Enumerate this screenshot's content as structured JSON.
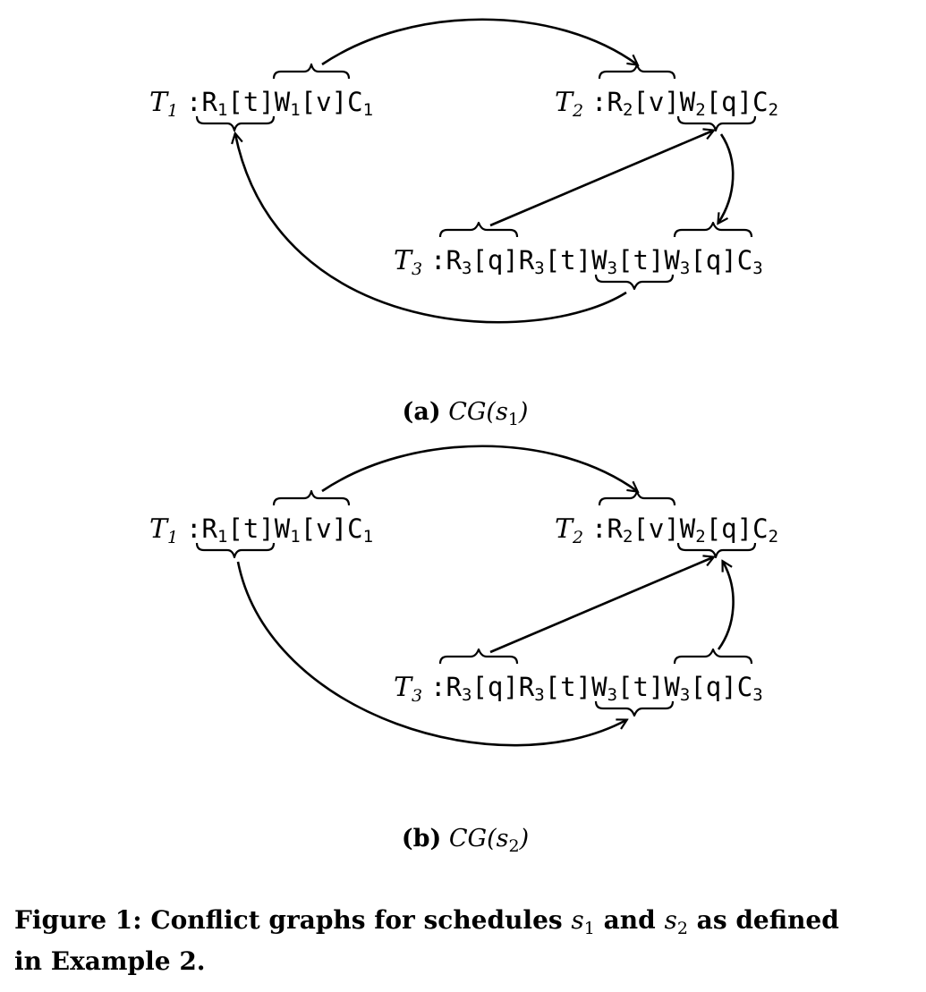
{
  "panels": [
    {
      "id": "a",
      "caption_label": "(a)",
      "caption_math_main": "CG(",
      "caption_math_var": "s",
      "caption_math_sub": "1",
      "caption_math_close": ")",
      "transactions": [
        {
          "name": "T",
          "sub": "1",
          "ops": [
            {
              "op": "R",
              "sub": "1",
              "obj": "[t]"
            },
            {
              "op": "W",
              "sub": "1",
              "obj": "[v]"
            },
            {
              "op": "C",
              "sub": "1",
              "obj": ""
            }
          ]
        },
        {
          "name": "T",
          "sub": "2",
          "ops": [
            {
              "op": "R",
              "sub": "2",
              "obj": "[v]"
            },
            {
              "op": "W",
              "sub": "2",
              "obj": "[q]"
            },
            {
              "op": "C",
              "sub": "2",
              "obj": ""
            }
          ]
        },
        {
          "name": "T",
          "sub": "3",
          "ops": [
            {
              "op": "R",
              "sub": "3",
              "obj": "[q]"
            },
            {
              "op": "R",
              "sub": "3",
              "obj": "[t]"
            },
            {
              "op": "W",
              "sub": "3",
              "obj": "[t]"
            },
            {
              "op": "W",
              "sub": "3",
              "obj": "[q]"
            },
            {
              "op": "C",
              "sub": "3",
              "obj": ""
            }
          ]
        }
      ],
      "edges": [
        {
          "from": "W1[v]",
          "to": "R2[v]"
        },
        {
          "from": "R3[q]",
          "to": "W2[q]"
        },
        {
          "from": "W2[q]",
          "to": "W3[q]"
        },
        {
          "from": "W3[t]",
          "to": "R1[t]"
        }
      ]
    },
    {
      "id": "b",
      "caption_label": "(b)",
      "caption_math_main": "CG(",
      "caption_math_var": "s",
      "caption_math_sub": "2",
      "caption_math_close": ")",
      "transactions": [
        {
          "name": "T",
          "sub": "1",
          "ops": [
            {
              "op": "R",
              "sub": "1",
              "obj": "[t]"
            },
            {
              "op": "W",
              "sub": "1",
              "obj": "[v]"
            },
            {
              "op": "C",
              "sub": "1",
              "obj": ""
            }
          ]
        },
        {
          "name": "T",
          "sub": "2",
          "ops": [
            {
              "op": "R",
              "sub": "2",
              "obj": "[v]"
            },
            {
              "op": "W",
              "sub": "2",
              "obj": "[q]"
            },
            {
              "op": "C",
              "sub": "2",
              "obj": ""
            }
          ]
        },
        {
          "name": "T",
          "sub": "3",
          "ops": [
            {
              "op": "R",
              "sub": "3",
              "obj": "[q]"
            },
            {
              "op": "R",
              "sub": "3",
              "obj": "[t]"
            },
            {
              "op": "W",
              "sub": "3",
              "obj": "[t]"
            },
            {
              "op": "W",
              "sub": "3",
              "obj": "[q]"
            },
            {
              "op": "C",
              "sub": "3",
              "obj": ""
            }
          ]
        }
      ],
      "edges": [
        {
          "from": "W1[v]",
          "to": "R2[v]"
        },
        {
          "from": "R3[q]",
          "to": "W2[q]"
        },
        {
          "from": "W3[q]",
          "to": "W2[q]"
        },
        {
          "from": "R1[t]",
          "to": "W3[t]"
        }
      ]
    }
  ],
  "figure_caption": {
    "prefix": "Figure 1:  Conflict graphs for schedules ",
    "var1": "s",
    "var1_sub": "1",
    "mid": " and ",
    "var2": "s",
    "var2_sub": "2",
    "suffix": " as defined",
    "line2": "in Example 2."
  }
}
